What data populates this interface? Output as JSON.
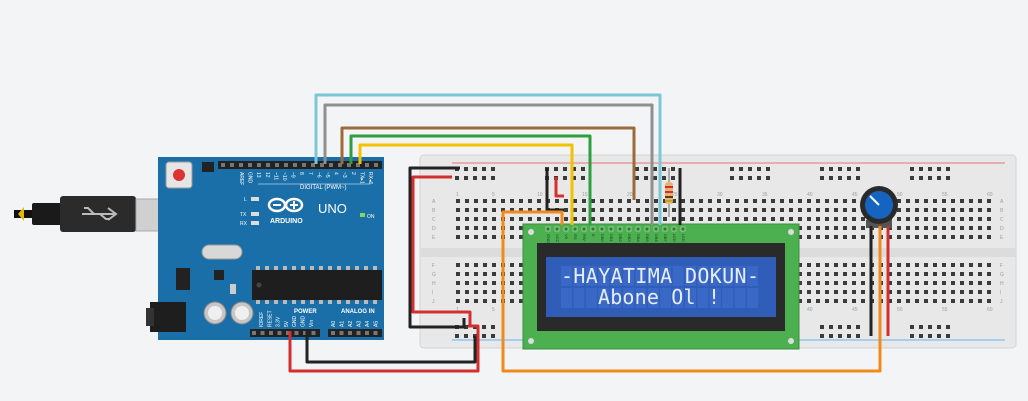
{
  "arduino": {
    "brand": "ARDUINO",
    "model": "UNO",
    "digital_label": "DIGITAL (PWM~)",
    "power_label": "POWER",
    "analog_label": "ANALOG IN",
    "on_label": "ON",
    "tx_label": "TX",
    "rx_label": "RX",
    "l_label": "L",
    "digital_pins": [
      "AREF",
      "GND",
      "13",
      "12",
      "~11",
      "~10",
      "~9",
      "8",
      "7",
      "~6",
      "~5",
      "4",
      "~3",
      "2",
      "TX▸1",
      "RX◂0"
    ],
    "power_pins": [
      "IOREF",
      "RESET",
      "3.3V",
      "5V",
      "GND",
      "GND",
      "Vin"
    ],
    "analog_pins": [
      "A0",
      "A1",
      "A2",
      "A3",
      "A4",
      "A5"
    ]
  },
  "breadboard": {
    "row_letters_top": [
      "A",
      "B",
      "C",
      "D",
      "E"
    ],
    "row_letters_bottom": [
      "F",
      "G",
      "H",
      "I",
      "J"
    ],
    "column_numbers": [
      "1",
      "5",
      "10",
      "15",
      "20",
      "25",
      "30",
      "35",
      "40",
      "45",
      "50",
      "55",
      "60"
    ]
  },
  "lcd": {
    "line1": "-HAYATIMA DOKUN-",
    "line2": "Abone Ol !",
    "pin_labels": [
      "GND",
      "VCC",
      "V0",
      "RS",
      "RW",
      "E",
      "DB0",
      "DB1",
      "DB2",
      "DB3",
      "DB4",
      "DB5",
      "DB6",
      "DB7",
      "LED",
      "LED"
    ]
  },
  "colors": {
    "arduino_board": "#1b6fa8",
    "lcd_pcb": "#4caf50",
    "lcd_screen": "#2f5db8",
    "breadboard": "#e9e9e9",
    "wire_red": "#d32f2f",
    "wire_black": "#222222",
    "wire_orange": "#f08a1c",
    "wire_yellow": "#f2c200",
    "wire_green": "#2e9e3e",
    "wire_brown": "#9b6b3b",
    "wire_gray": "#8f8f8f",
    "wire_cyan": "#7cc7d6"
  }
}
